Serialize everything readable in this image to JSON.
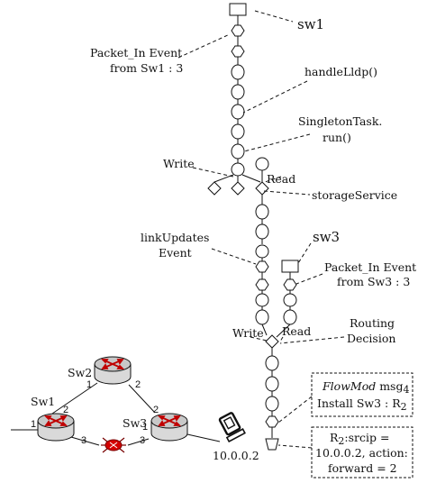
{
  "labels": {
    "sw1": "sw1",
    "packet_in_sw1": [
      "Packet_In Event",
      "from Sw1 : 3"
    ],
    "handle_lldp": "handleLldp()",
    "singleton_task": [
      "SingletonTask.",
      "run()"
    ],
    "write_1": "Write",
    "read_1": "Read",
    "storage_service": "storageService",
    "link_updates": [
      "linkUpdates",
      "Event"
    ],
    "sw3": "sw3",
    "packet_in_sw3": [
      "Packet_In Event",
      "from Sw3 : 3"
    ],
    "write_2": "Write",
    "read_2": "Read",
    "routing_decision": [
      "Routing",
      "Decision"
    ],
    "flowmod_box": {
      "line1_italic": "FlowMod",
      "line1_rest": " msg",
      "line1_sub": "4",
      "line2": "Install Sw3 : R",
      "line2_sub": "2"
    },
    "rule_box": {
      "line1_pre": "R",
      "line1_sub": "2",
      "line1_post": ":srcip =",
      "line2": "10.0.0.2, action:",
      "line3": "forward = 2"
    },
    "host_ip": "10.0.0.2"
  },
  "network": {
    "switches": [
      "Sw1",
      "Sw2",
      "Sw3"
    ],
    "ports": {
      "sw1_left": "1",
      "sw1_top": "2",
      "sw1_bottom": "3",
      "sw2_left": "1",
      "sw2_right": "2",
      "sw3_top": "2",
      "sw3_left": "1",
      "sw3_bottom": "3"
    }
  },
  "icons": {
    "switch": "router-switch-icon",
    "fault": "link-failure-bug-icon",
    "host": "host-computer-icon"
  }
}
